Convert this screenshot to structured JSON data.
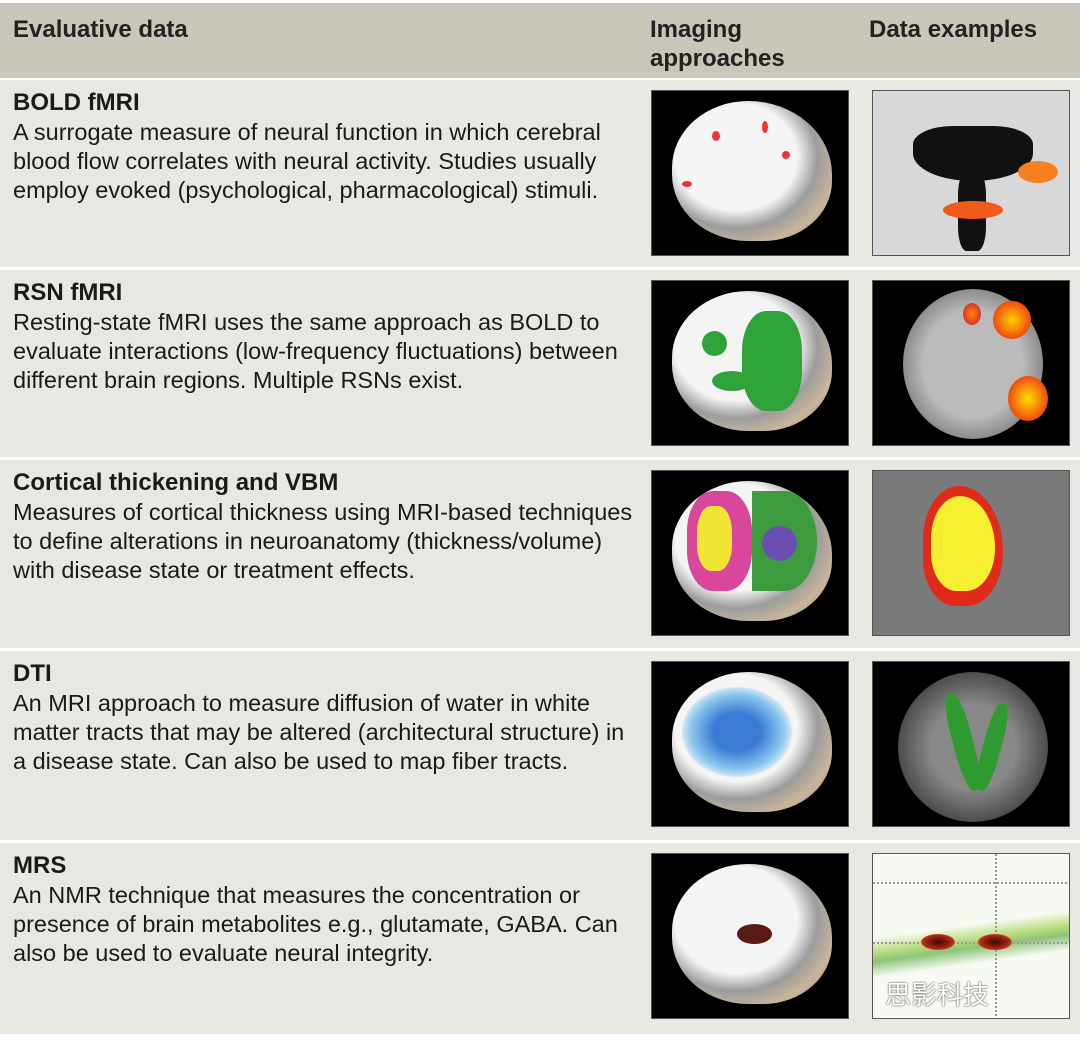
{
  "header": {
    "col1": "Evaluative data",
    "col2": "Imaging approaches",
    "col3": "Data examples"
  },
  "rows": [
    {
      "title": "BOLD fMRI",
      "description": "A surrogate measure of neural function in which cerebral blood flow correlates with neural activity. Studies usually employ evoked (psychological, pharmacological) stimuli."
    },
    {
      "title": "RSN fMRI",
      "description": "Resting-state fMRI uses the same approach as BOLD to evaluate interactions (low-frequency fluctuations) between different brain regions. Multiple RSNs exist."
    },
    {
      "title": "Cortical thickening and VBM",
      "description": "Measures of cortical thickness using MRI-based techniques to define alterations in neuroanatomy (thickness/volume) with disease state or treatment effects."
    },
    {
      "title": "DTI",
      "description": "An MRI approach to measure diffusion of water in white matter tracts that may be altered (architectural structure) in a disease state. Can also be used to map fiber tracts."
    },
    {
      "title": "MRS",
      "description": "An NMR technique that measures the concentration or presence of brain metabolites e.g., glutamate, GABA. Can also be used to evaluate neural integrity."
    }
  ],
  "watermark": "思影科技"
}
